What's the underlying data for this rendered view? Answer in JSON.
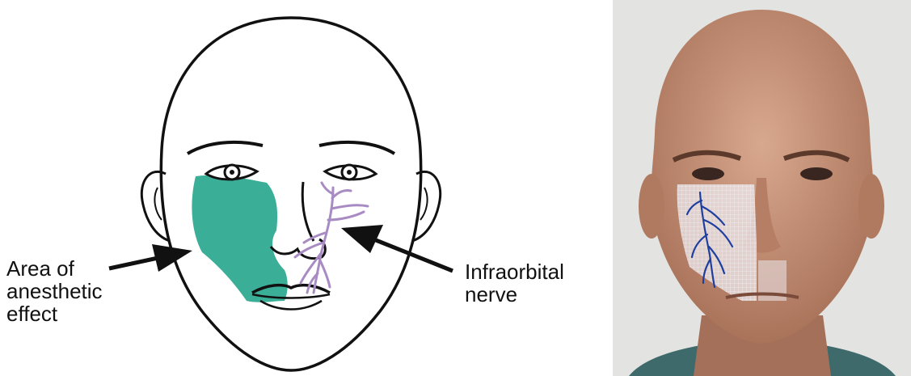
{
  "labels": {
    "area_line1": "Area of",
    "area_line2": "anesthetic",
    "area_line3": "effect",
    "nerve_line1": "Infraorbital",
    "nerve_line2": "nerve"
  },
  "colors": {
    "anesthetic_area": "#3aae97",
    "nerve": "#a98bc4",
    "photo_nerve": "#1f3fa0",
    "outline": "#111111",
    "photo_background": "#e3e4e2",
    "skin": "#c9977d"
  },
  "icons": {
    "left_arrow": "arrow-right-icon",
    "right_arrow": "arrow-left-icon"
  }
}
